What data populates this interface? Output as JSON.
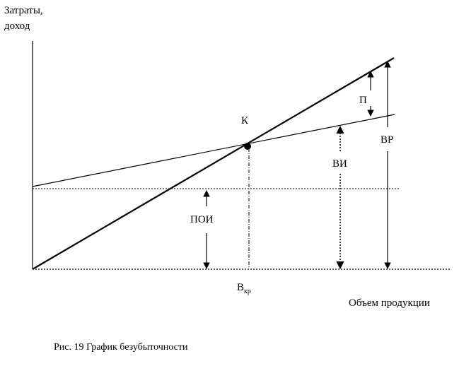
{
  "chart_data": {
    "type": "line",
    "title": "",
    "ylabel_line1": "Затраты,",
    "ylabel_line2": "доход",
    "xlabel": "Объем продукции",
    "series": [
      {
        "label": "ВР"
      },
      {
        "label": "ВИ"
      },
      {
        "label": "ПОИ"
      }
    ],
    "annotations": {
      "point": "К",
      "profit": "П",
      "revenue": "ВР",
      "total_costs": "ВИ",
      "fixed_costs": "ПОИ",
      "critical_volume_main": "В",
      "critical_volume_sub": "кр"
    },
    "caption": "Рис. 19 График безубыточности"
  }
}
